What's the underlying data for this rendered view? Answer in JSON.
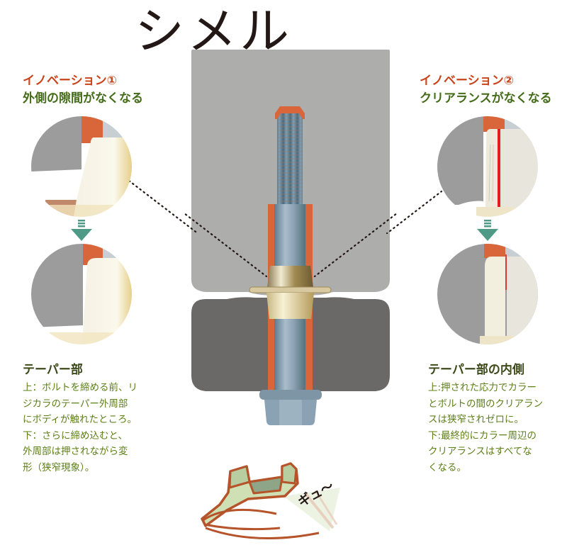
{
  "title": "シメル",
  "innovation_left": {
    "label": "イノベーション①",
    "subtitle": "外側の隙間がなくなる"
  },
  "innovation_right": {
    "label": "イノベーション②",
    "subtitle": "クリアランスがなくなる"
  },
  "section_left": {
    "title": "テーパー部",
    "lines": [
      "上：ボルトを締める前、リ",
      "ジカラのテーパー外周部",
      "にボディが触れたところ。",
      "下：さらに締め込むと、",
      "外周部は押されながら変",
      "形（狭窄現象）。"
    ]
  },
  "section_right": {
    "title": "テーパー部の内側",
    "lines": [
      "上:押された応力でカラー",
      "とボルトの間のクリアラン",
      "スは狭窄されゼロに。",
      "下:最終的にカラー周辺の",
      "クリアランスはすべてな",
      "くなる。"
    ]
  },
  "illustration": {
    "sound_text": "ギュ〜"
  },
  "colors": {
    "title_red": "#c8431a",
    "subtitle_green": "#446c18",
    "body_green": "#5d7f18",
    "collar_orange": "#d9663a",
    "upper_body_gray": "#adadac",
    "lower_body_gray": "#6a6968",
    "arrow_teal": "#4f9a86"
  }
}
